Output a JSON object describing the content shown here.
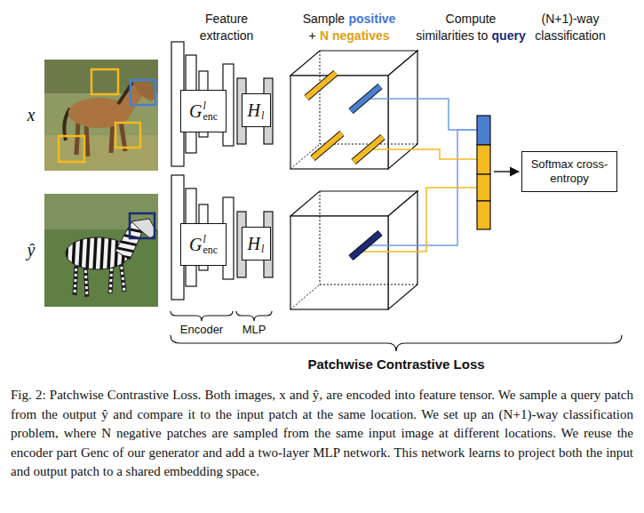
{
  "diagram": {
    "caption": "Fig. 2: Patchwise Contrastive Loss. Both images, x and ŷ, are encoded into feature tensor. We sample a query patch from the output ŷ and compare it to the input patch at the same location. We set up an (N+1)-way classification problem, where N negative patches are sampled from the same input image at different locations. We reuse the encoder part Genc of our generator and add a two-layer MLP network. This network learns to project both the input and output patch to a shared embedding space.",
    "nodes": [
      {
        "text": [
          "G",
          "l",
          "enc"
        ]
      },
      {
        "text": [
          "H",
          "l"
        ]
      },
      {
        "text": [
          "G",
          "l",
          "enc"
        ]
      },
      {
        "text": [
          "H",
          "l"
        ]
      },
      {
        "text": [
          "Softmax cross-entropy"
        ]
      }
    ],
    "labels": [
      "Feature extraction",
      "Sample",
      "positive",
      "+",
      "N negatives",
      "Compute",
      "similarities to",
      "query",
      "(N+1)-way classification",
      "x",
      "ŷ",
      "Encoder",
      "MLP",
      "Patchwise Contrastive Loss"
    ]
  }
}
